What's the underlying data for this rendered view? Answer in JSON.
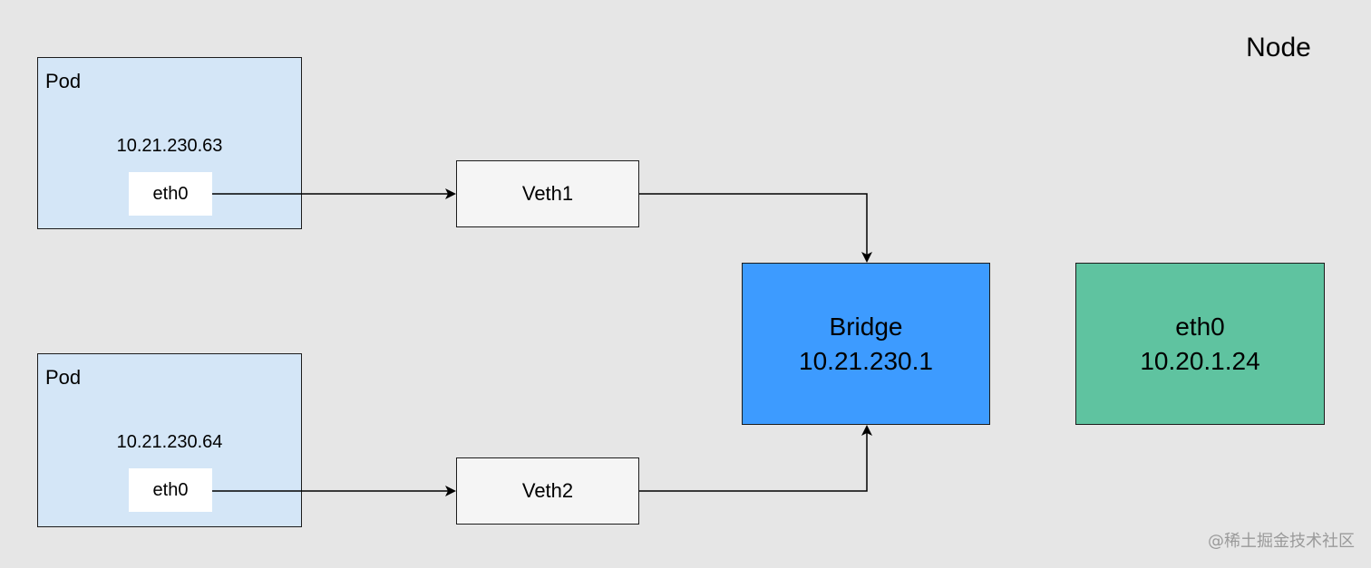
{
  "diagram": {
    "node_label": "Node",
    "pods": [
      {
        "title": "Pod",
        "ip": "10.21.230.63",
        "iface": "eth0"
      },
      {
        "title": "Pod",
        "ip": "10.21.230.64",
        "iface": "eth0"
      }
    ],
    "veths": [
      "Veth1",
      "Veth2"
    ],
    "bridge": {
      "name": "Bridge",
      "ip": "10.21.230.1",
      "color": "#3d9bff"
    },
    "host_iface": {
      "name": "eth0",
      "ip": "10.20.1.24",
      "color": "#5fc3a0"
    },
    "pod_color": "#d4e6f7",
    "watermark": "@稀土掘金技术社区"
  }
}
